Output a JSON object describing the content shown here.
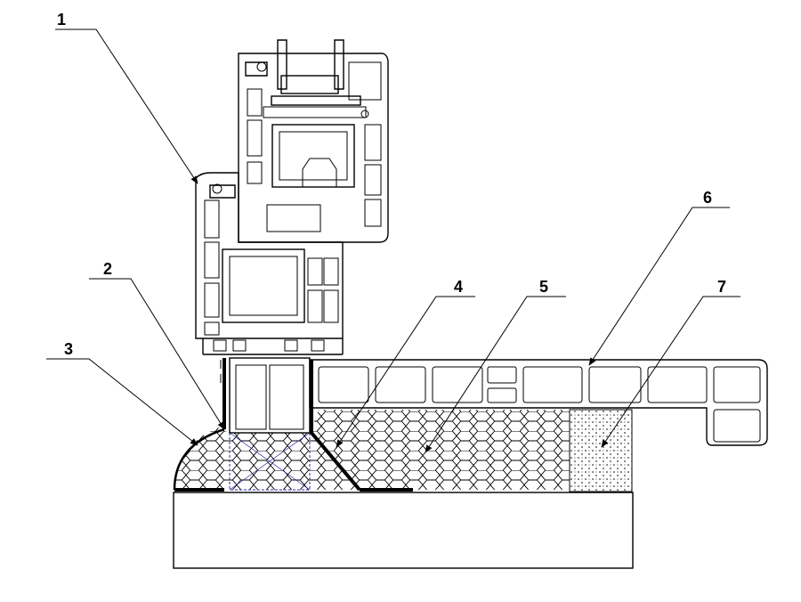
{
  "callouts": [
    {
      "label": "1"
    },
    {
      "label": "2"
    },
    {
      "label": "3"
    },
    {
      "label": "4"
    },
    {
      "label": "5"
    },
    {
      "label": "6"
    },
    {
      "label": "7"
    }
  ],
  "colors": {
    "line": "#000000",
    "background": "#ffffff",
    "tape": "#2a2aa8"
  }
}
